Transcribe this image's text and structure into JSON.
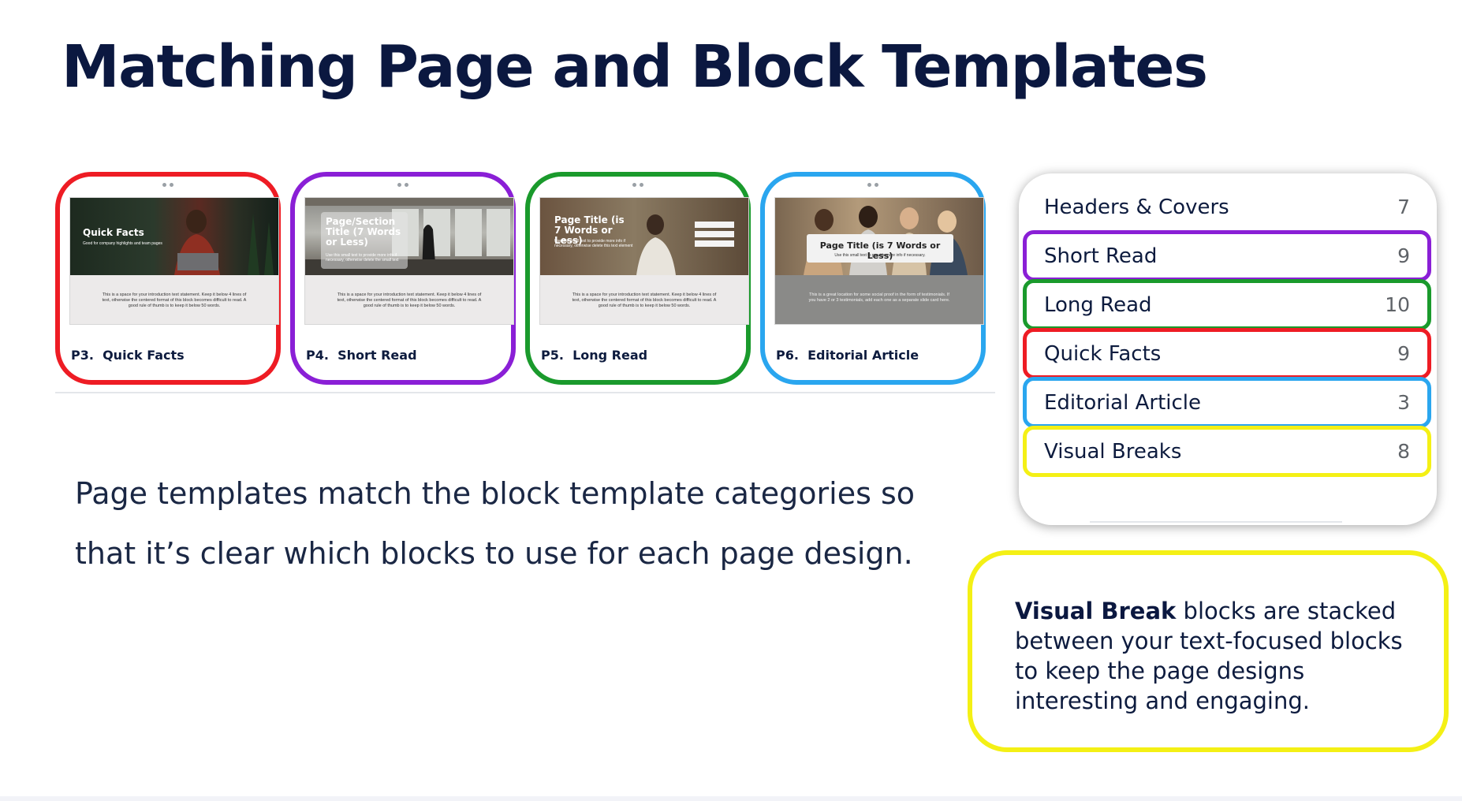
{
  "title": "Matching Page and Block Templates",
  "cards": [
    {
      "prefix": "P3.",
      "name": "Quick Facts",
      "color": "#ee1c24",
      "thumb_heading": "Quick Facts",
      "thumb_sub": "Good for company highlights and team pages",
      "thumb_body": "This is a space for your introduction text statement. Keep it below 4 lines of text, otherwise the centered format of this block becomes difficult to read. A good rule of thumb is to keep it below 50 words."
    },
    {
      "prefix": "P4.",
      "name": "Short Read",
      "color": "#8a1fd6",
      "thumb_heading": "Page/Section Title (7 Words or Less)",
      "thumb_sub": "Use this small text to provide more info if necessary, otherwise delete the small text",
      "thumb_body": "This is a space for your introduction text statement. Keep it below 4 lines of text, otherwise the centered format of this block becomes difficult to read. A good rule of thumb is to keep it below 50 words."
    },
    {
      "prefix": "P5.",
      "name": "Long Read",
      "color": "#1a9a2c",
      "thumb_heading": "Page Title (is 7 Words or Less)",
      "thumb_sub": "Use this small text to provide more info if necessary, otherwise delete this text element",
      "thumb_body": "This is a space for your introduction text statement. Keep it below 4 lines of text, otherwise the centered format of this block becomes difficult to read. A good rule of thumb is to keep it below 50 words."
    },
    {
      "prefix": "P6.",
      "name": "Editorial Article",
      "color": "#2aa6ef",
      "thumb_heading": "Page Title (is 7 Words or Less)",
      "thumb_sub": "Use this small text to provide more info if necessary.",
      "thumb_body": "This is a great location for some social proof in the form of testimonials. If you have 2 or 3 testimonials, add each one as a separate slide card here."
    }
  ],
  "description": "Page templates match the block template categories so that it’s clear which blocks to use for each page design.",
  "panel": {
    "items": [
      {
        "label": "Headers & Covers",
        "count": "7",
        "border": ""
      },
      {
        "label": "Short Read",
        "count": "9",
        "border": "#8a1fd6"
      },
      {
        "label": "Long Read",
        "count": "10",
        "border": "#1a9a2c"
      },
      {
        "label": "Quick Facts",
        "count": "9",
        "border": "#ee1c24"
      },
      {
        "label": "Editorial Article",
        "count": "3",
        "border": "#2aa6ef"
      },
      {
        "label": "Visual Breaks",
        "count": "8",
        "border": "#f4f015"
      }
    ]
  },
  "callout": {
    "bold": "Visual Break",
    "text": " blocks are stacked between your text-focused blocks to keep the page designs interesting and engaging."
  }
}
